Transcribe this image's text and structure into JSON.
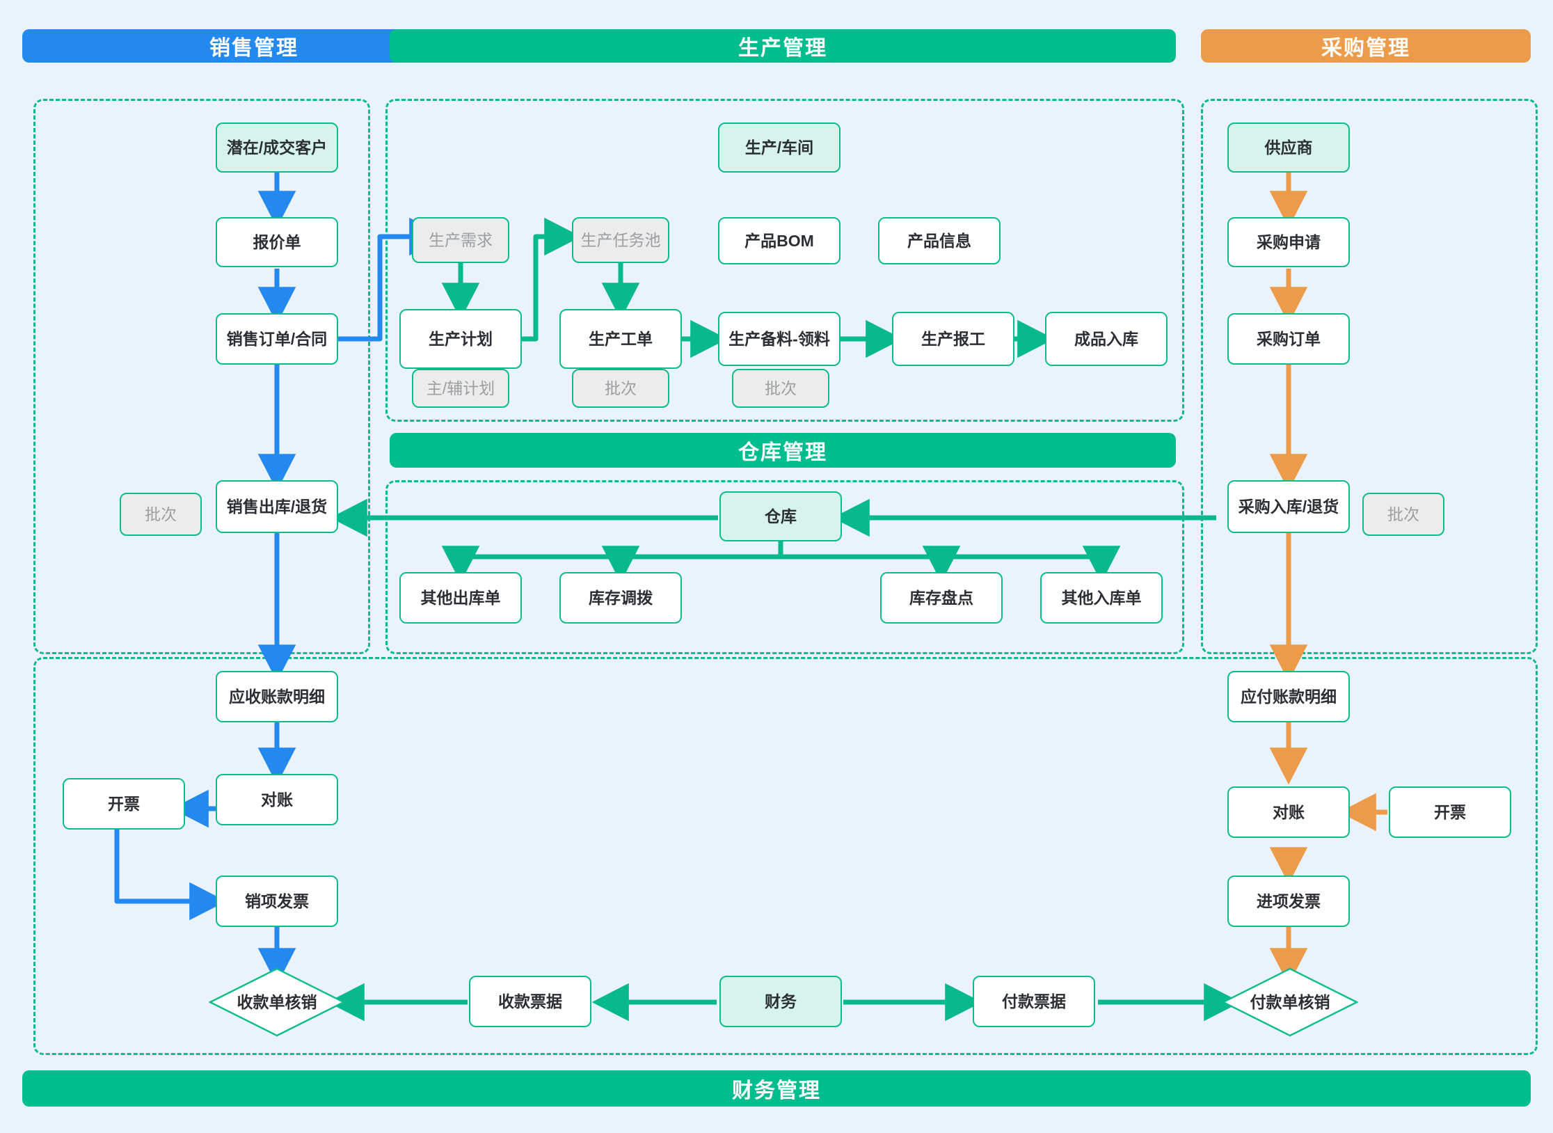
{
  "banners": {
    "sales": "销售管理",
    "production": "生产管理",
    "purchase": "采购管理",
    "warehouse": "仓库管理",
    "finance": "财务管理"
  },
  "colors": {
    "sales_blue": "#2489ef",
    "production_green": "#00bd8e",
    "purchase_orange": "#eb9b4a",
    "node_border": "#0bbd8b",
    "mint_fill": "#d6f3ec",
    "muted_fill": "#ebeceb",
    "muted_text": "#9b9fa2",
    "canvas_bg": "#eaf2fb"
  },
  "sales_nodes": [
    {
      "id": "customer",
      "label": "潜在/成交客户",
      "style": "mint"
    },
    {
      "id": "quotation",
      "label": "报价单",
      "style": "plain"
    },
    {
      "id": "sales_order",
      "label": "销售订单/合同",
      "style": "plain"
    },
    {
      "id": "sales_batch",
      "label": "批次",
      "style": "muted"
    },
    {
      "id": "sales_out",
      "label": "销售出库/退货",
      "style": "plain"
    }
  ],
  "production_nodes": [
    {
      "id": "workshop",
      "label": "生产/车间",
      "style": "mint"
    },
    {
      "id": "prod_demand",
      "label": "生产需求",
      "style": "muted"
    },
    {
      "id": "task_pool",
      "label": "生产任务池",
      "style": "muted"
    },
    {
      "id": "product_bom",
      "label": "产品BOM",
      "style": "plain"
    },
    {
      "id": "product_info",
      "label": "产品信息",
      "style": "plain"
    },
    {
      "id": "prod_plan",
      "label": "生产计划",
      "style": "plain"
    },
    {
      "id": "work_order",
      "label": "生产工单",
      "style": "plain"
    },
    {
      "id": "prep_pick",
      "label": "生产备料-领料",
      "style": "plain"
    },
    {
      "id": "prod_report",
      "label": "生产报工",
      "style": "plain"
    },
    {
      "id": "fg_inbound",
      "label": "成品入库",
      "style": "plain"
    },
    {
      "id": "plan_tag",
      "label": "主/辅计划",
      "style": "muted"
    },
    {
      "id": "wo_batch",
      "label": "批次",
      "style": "muted"
    },
    {
      "id": "prep_batch",
      "label": "批次",
      "style": "muted"
    }
  ],
  "purchase_nodes": [
    {
      "id": "supplier",
      "label": "供应商",
      "style": "mint"
    },
    {
      "id": "pr",
      "label": "采购申请",
      "style": "plain"
    },
    {
      "id": "po",
      "label": "采购订单",
      "style": "plain"
    },
    {
      "id": "po_inbound",
      "label": "采购入库/退货",
      "style": "plain"
    },
    {
      "id": "po_batch",
      "label": "批次",
      "style": "muted"
    }
  ],
  "warehouse_nodes": [
    {
      "id": "warehouse",
      "label": "仓库",
      "style": "mint"
    },
    {
      "id": "other_out",
      "label": "其他出库单",
      "style": "plain"
    },
    {
      "id": "transfer",
      "label": "库存调拨",
      "style": "plain"
    },
    {
      "id": "stocktake",
      "label": "库存盘点",
      "style": "plain"
    },
    {
      "id": "other_in",
      "label": "其他入库单",
      "style": "plain"
    }
  ],
  "finance_nodes": [
    {
      "id": "ar_detail",
      "label": "应收账款明细",
      "style": "plain"
    },
    {
      "id": "ar_recon",
      "label": "对账",
      "style": "plain"
    },
    {
      "id": "ar_invoicing",
      "label": "开票",
      "style": "plain"
    },
    {
      "id": "out_invoice",
      "label": "销项发票",
      "style": "plain"
    },
    {
      "id": "recv_writeoff",
      "label": "收款单核销",
      "style": "diamond"
    },
    {
      "id": "recv_note",
      "label": "收款票据",
      "style": "plain"
    },
    {
      "id": "finance_hub",
      "label": "财务",
      "style": "mint"
    },
    {
      "id": "pay_note",
      "label": "付款票据",
      "style": "plain"
    },
    {
      "id": "pay_writeoff",
      "label": "付款单核销",
      "style": "diamond"
    },
    {
      "id": "ap_detail",
      "label": "应付账款明细",
      "style": "plain"
    },
    {
      "id": "ap_recon",
      "label": "对账",
      "style": "plain"
    },
    {
      "id": "ap_invoicing",
      "label": "开票",
      "style": "plain"
    },
    {
      "id": "in_invoice",
      "label": "进项发票",
      "style": "plain"
    }
  ]
}
